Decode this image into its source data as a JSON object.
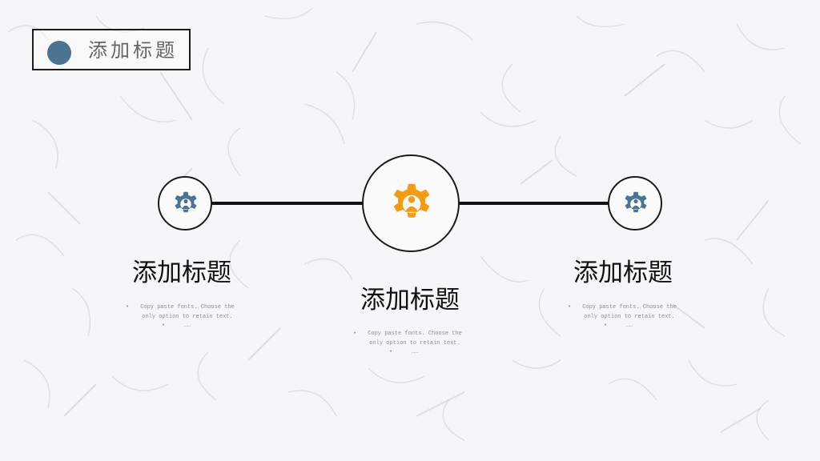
{
  "header": {
    "title": "添加标题",
    "dot_color": "#4b7493"
  },
  "colors": {
    "primary_icon": "#4b7493",
    "accent_icon": "#f59b12",
    "line": "#111111"
  },
  "items": [
    {
      "title": "添加标题",
      "icon": "gear-person-icon",
      "icon_color": "#4b7493",
      "bullets": [
        "Copy paste fonts. Choose the only option to retain text.",
        "……"
      ]
    },
    {
      "title": "添加标题",
      "icon": "gear-person-icon",
      "icon_color": "#f59b12",
      "bullets": [
        "Copy paste fonts. Choose the only option to retain text.",
        "……"
      ]
    },
    {
      "title": "添加标题",
      "icon": "gear-person-icon",
      "icon_color": "#4b7493",
      "bullets": [
        "Copy paste fonts. Choose the only option to retain text.",
        "……"
      ]
    }
  ]
}
